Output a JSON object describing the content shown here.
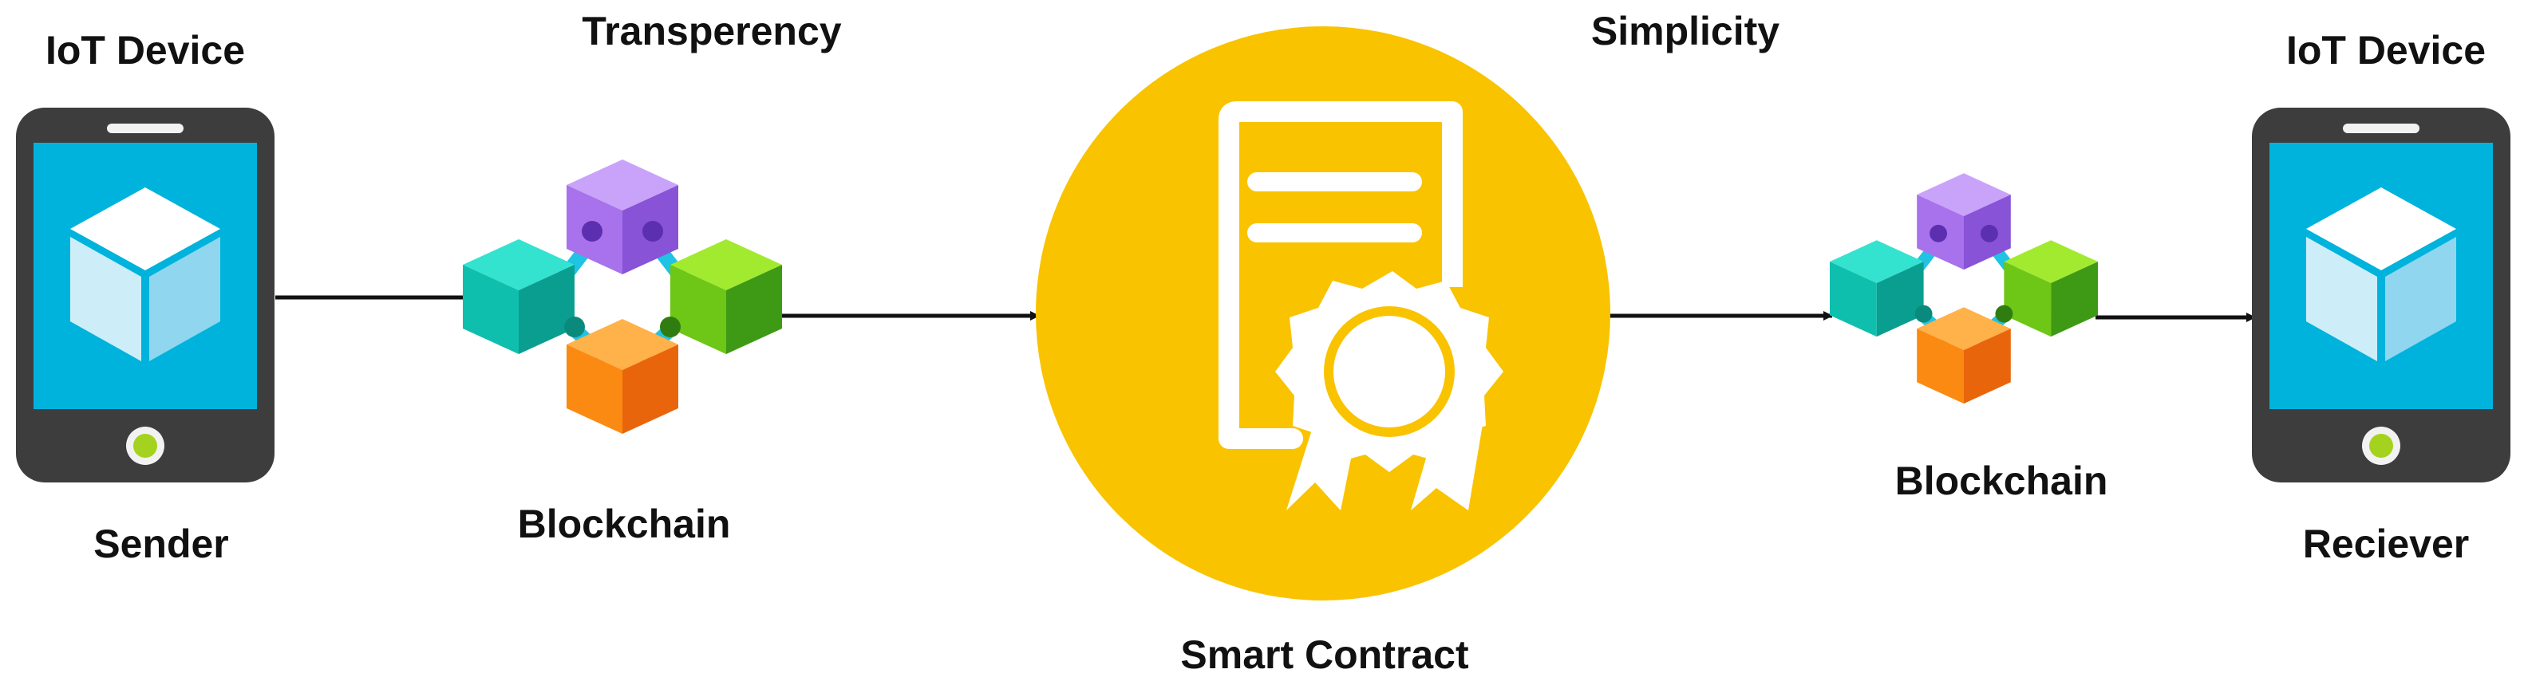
{
  "sender": {
    "heading": "IoT Device",
    "caption": "Sender"
  },
  "receiver": {
    "heading": "IoT Device",
    "caption": "Reciever"
  },
  "blockchain_left": {
    "heading": "Transperency",
    "caption": "Blockchain"
  },
  "blockchain_right": {
    "heading": "Simplicity",
    "caption": "Blockchain"
  },
  "smart_contract": {
    "caption": "Smart Contract"
  },
  "colors": {
    "phone_body": "#3b3b3b",
    "phone_screen": "#00b4dc",
    "home_button": "#a6d21e",
    "contract_circle": "#f9c300",
    "block_purple": "#b884f2",
    "block_teal": "#10cbb8",
    "block_green": "#7ad21c",
    "block_orange": "#fa8e1c",
    "link_cyan": "#22c4e2",
    "arrow": "#111111"
  },
  "icons": [
    "smartphone-icon",
    "cube-icon",
    "blockchain-icon",
    "certificate-icon",
    "award-seal-icon"
  ]
}
